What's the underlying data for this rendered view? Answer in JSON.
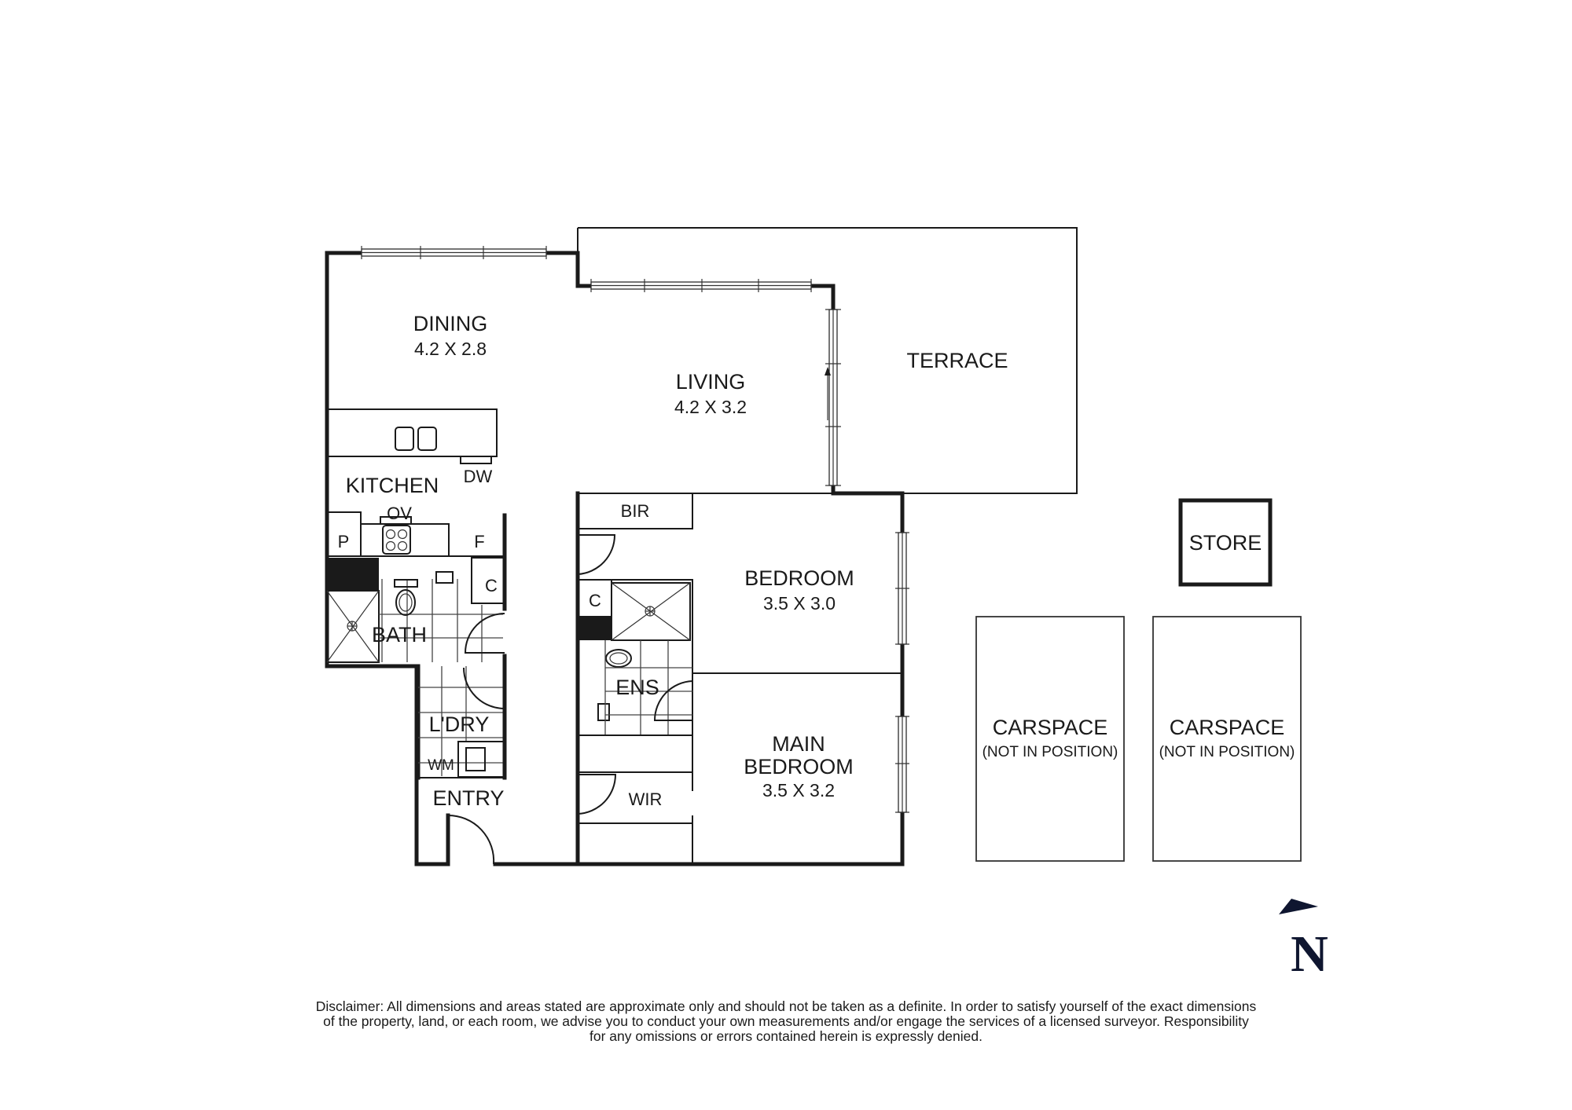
{
  "plan": {
    "rooms": {
      "dining": {
        "name": "DINING",
        "dims": "4.2 X 2.8"
      },
      "living": {
        "name": "LIVING",
        "dims": "4.2 X 3.2"
      },
      "terrace": {
        "name": "TERRACE"
      },
      "kitchen": {
        "name": "KITCHEN"
      },
      "bath": {
        "name": "BATH"
      },
      "laundry": {
        "name": "L'DRY"
      },
      "entry": {
        "name": "ENTRY"
      },
      "bedroom": {
        "name": "BEDROOM",
        "dims": "3.5 X 3.0"
      },
      "main_bedroom": {
        "name_line1": "MAIN",
        "name_line2": "BEDROOM",
        "dims": "3.5 X 3.2"
      },
      "ensuite": {
        "name": "ENS"
      },
      "bir": {
        "name": "BIR"
      },
      "wir": {
        "name": "WIR"
      },
      "store": {
        "name": "STORE"
      },
      "carspace_1": {
        "name": "CARSPACE",
        "note": "(NOT IN POSITION)"
      },
      "carspace_2": {
        "name": "CARSPACE",
        "note": "(NOT IN POSITION)"
      }
    },
    "fixtures": {
      "dishwasher": "DW",
      "oven": "OV",
      "pantry": "P",
      "fridge": "F",
      "cupboard_bath": "C",
      "cupboard_ens": "C",
      "washing_machine": "WM"
    },
    "compass": {
      "label": "N"
    },
    "colors": {
      "wall": "#1a1a1a",
      "compass": "#0f1630",
      "background": "#ffffff"
    }
  },
  "disclaimer": {
    "line1": "Disclaimer: All dimensions and areas stated are approximate only and should not be taken as a definite. In order to satisfy yourself of the exact dimensions",
    "line2": "of the property, land, or each room, we advise you to conduct your own measurements and/or engage the services of a licensed surveyor. Responsibility",
    "line3": "for any omissions or errors contained herein is expressly denied."
  }
}
